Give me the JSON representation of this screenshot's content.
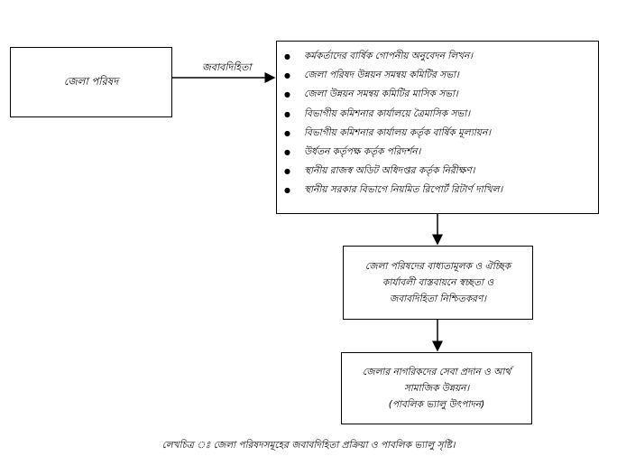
{
  "diagram": {
    "source_node": "জেলা পরিষদ",
    "edge_label": "জবাবদিহিতা",
    "mechanisms": [
      "কর্মকর্তাদের বার্ষিক গোপনীয় অনুবেদন লিখন।",
      "জেলা পরিষদ উন্নয়ন সমন্বয় কমিটির সভা।",
      "জেলা উন্নয়ন সমন্বয় কমিটির মাসিক সভা।",
      "বিভাগীয় কমিশনার কার্যালয়ে ত্রৈমাসিক সভা।",
      "বিভাগীয় কমিশনার কার্যালয় কর্তৃক বার্ষিক মূল্যায়ন।",
      "উর্ধতন কর্তৃপক্ষ কর্তৃক পরিদর্শন।",
      "স্থানীয় রাজস্ব অডিট অধিদপ্তর কর্তৃক নিরীক্ষণ।",
      "স্থানীয় সরকার বিভাগে নিয়মিত রিপোর্ট রিটার্ণ দাখিল।"
    ],
    "outcome_lines": [
      "জেলা পরিষদের বাধ্যতামূলক ও ঐচ্ছিক",
      "কার্যাবলী বাস্তবায়নে স্বচ্ছতা ও",
      "জবাবদিহিতা নিশ্চিতকরণ।"
    ],
    "result_lines": [
      "জেলার নাগরিকদের সেবা প্রদান ও আর্থ",
      "সামাজিক উন্নয়ন।",
      "(পাবলিক ভ্যালু উৎপাদন)"
    ]
  },
  "caption": "লেখচিত্র ঃ জেলা পরিষদসমূহের জবাবদিহিতা প্রক্রিয়া ও পাবলিক ভ্যালু সৃষ্টি।"
}
